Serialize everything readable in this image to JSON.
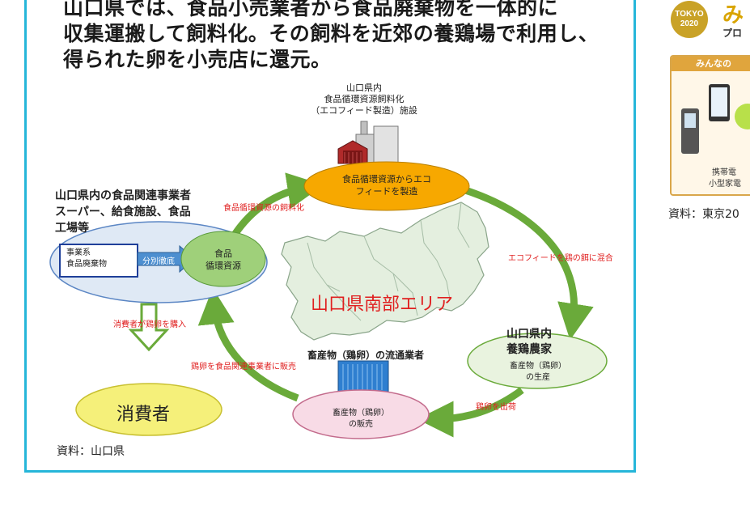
{
  "headline": {
    "line1": "山口県では、食品小売業者から食品廃棄物を一体的に",
    "line2": "収集運搬して飼料化。その飼料を近郊の養鶏場で利用し、",
    "line3": "得られた卵を小売店に還元。"
  },
  "diagram": {
    "facility_label": [
      "山口県内",
      "食品循環資源飼料化",
      "（エコフィード製造）施設"
    ],
    "ecofeed_ellipse": [
      "食品循環資源からエコ",
      "フィードを製造"
    ],
    "business_heading": [
      "山口県内の食品関連事業者",
      "スーパー、給食施設、食品",
      "工場等"
    ],
    "business_box": [
      "事業系",
      "食品廃棄物"
    ],
    "sort_arrow": "分別徹底",
    "food_resource": [
      "食品",
      "循環資源"
    ],
    "region_label": "山口県南部エリア",
    "farm_heading": [
      "山口県内",
      "養鶏農家"
    ],
    "farm_ellipse": [
      "畜産物（鶏卵）",
      "の生産"
    ],
    "distributor_heading": "畜産物（鶏卵）の流通業者",
    "sales_ellipse": [
      "畜産物（鶏卵）",
      "の販売"
    ],
    "consumer": "消費者",
    "flows": {
      "to_recycling": "食品循環資源の飼料化",
      "to_farm": "エコフィードを鶏の餌に混合",
      "ship_eggs": "鶏卵を出荷",
      "sell_to_business": "鶏卵を食品関連事業者に販売",
      "consumer_buy": "消費者が鶏卵を購入"
    },
    "source": "資料：山口県"
  },
  "sidebar": {
    "badge_line1": "TOKYO",
    "badge_line2": "2020",
    "title": "み",
    "subtitle": "プロ",
    "card_header": "みんなの",
    "card_text1": "携帯電",
    "card_text2": "小型家電",
    "source": "資料：東京20"
  },
  "colors": {
    "frame": "#25b6d9",
    "arrow_green": "#6aaa3a",
    "ecofeed_fill": "#f7a800",
    "business_fill": "#dfe9f5",
    "resource_fill": "#9fd07a",
    "farm_fill": "#e9f3df",
    "sales_fill": "#f8dbe6",
    "consumer_fill": "#f5f07a",
    "flow_text": "#e02020",
    "region_text": "#e02020"
  }
}
